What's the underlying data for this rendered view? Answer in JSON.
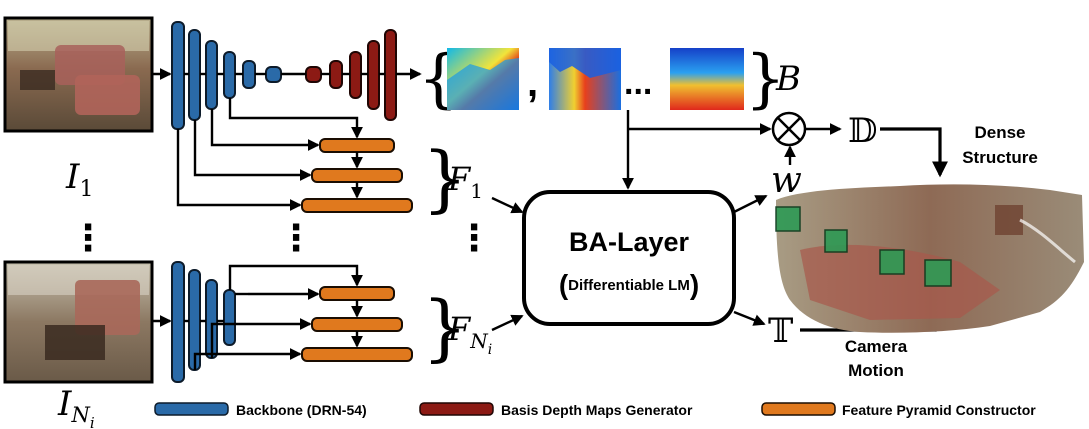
{
  "labels": {
    "i1_base": "I",
    "i1_sub": "1",
    "ini_base": "I",
    "ini_sub": "N",
    "ini_subsub": "i",
    "basis": "B",
    "f1_base": "F",
    "f1_sub": "1",
    "fni_base": "F",
    "fni_sub": "N",
    "fni_subsub": "i",
    "w": "w",
    "otimes": "⊗",
    "dense_symbol": "𝔻",
    "motion_symbol": "𝕋",
    "dense_structure_line1": "Dense",
    "dense_structure_line2": "Structure",
    "camera_motion_line1": "Camera",
    "camera_motion_line2": "Motion",
    "ba_title": "BA-Layer",
    "ba_subtitle": "Differentiable LM",
    "ba_paren_open": "(",
    "ba_paren_close": ")",
    "comma": ",",
    "ellipsis": "...",
    "vdots": "⋮"
  },
  "legend": [
    {
      "label": "Backbone (DRN-54)",
      "color": "#2a6aa8"
    },
    {
      "label": "Basis Depth Maps Generator",
      "color": "#8c1a14"
    },
    {
      "label": "Feature Pyramid Constructor",
      "color": "#e0791e"
    }
  ],
  "colors": {
    "backbone": "#2a6aa8",
    "generator": "#8c1a14",
    "pyramid": "#e0791e",
    "marker": "#2e9a55"
  }
}
